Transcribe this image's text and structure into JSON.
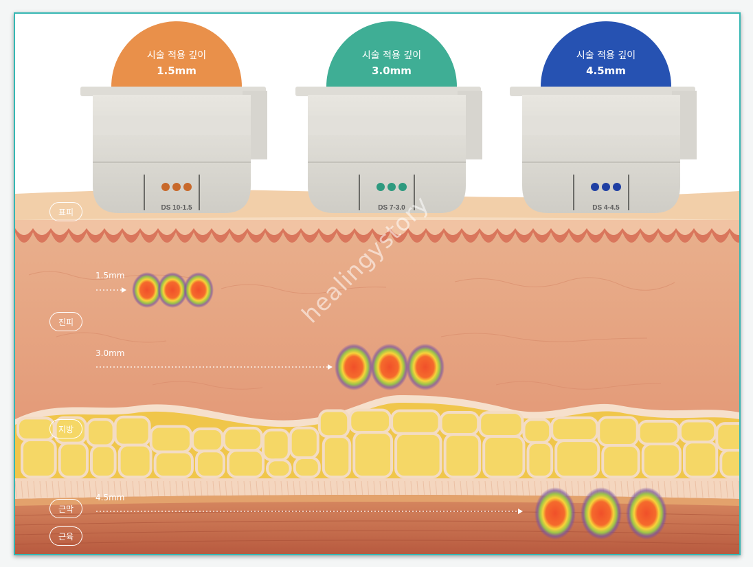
{
  "cartridges": [
    {
      "title": "시술 적용 깊이",
      "depth": "1.5mm",
      "model": "DS 10-1.5",
      "color": "#e9904a",
      "dot_color": "#c8692b"
    },
    {
      "title": "시술 적용 깊이",
      "depth": "3.0mm",
      "model": "DS 7-3.0",
      "color": "#3fae95",
      "dot_color": "#2e9a7f"
    },
    {
      "title": "시술 적용 깊이",
      "depth": "4.5mm",
      "model": "DS 4-4.5",
      "color": "#2652b2",
      "dot_color": "#1f3fa3"
    }
  ],
  "layers": [
    "표피",
    "진피",
    "지방",
    "근막",
    "근육"
  ],
  "depth_markers": [
    "1.5mm",
    "3.0mm",
    "4.5mm"
  ],
  "watermark": "healingystory",
  "colors": {
    "frame": "#36b7b3",
    "epidermis": "#f2cfa9",
    "dermis": "#e7a382",
    "fat": "#f3d15a",
    "muscle": "#c0674a"
  }
}
